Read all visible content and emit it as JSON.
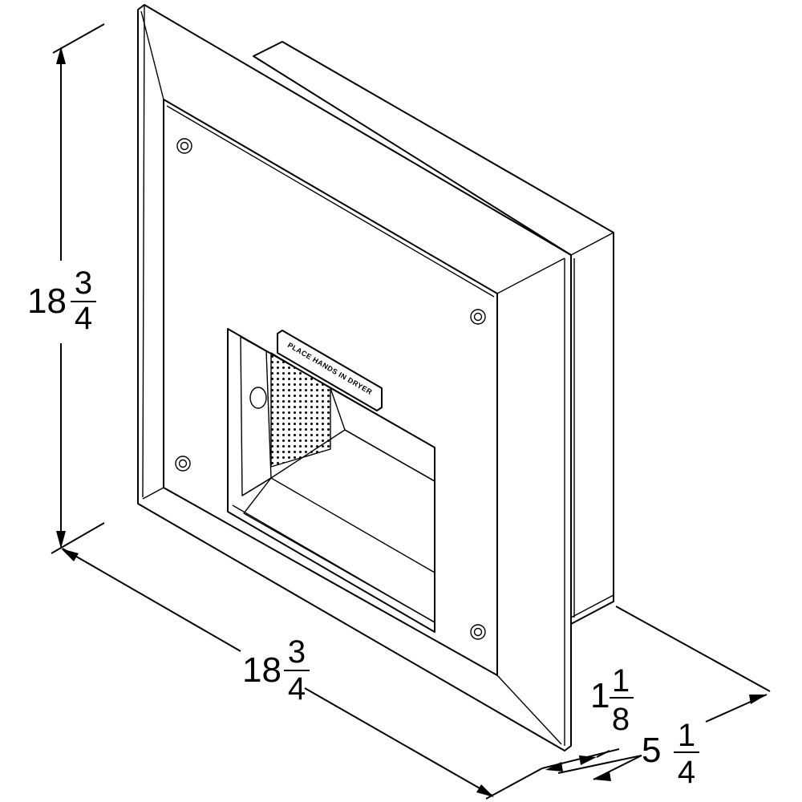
{
  "dimensions": {
    "height": {
      "whole": "18",
      "num": "3",
      "den": "4"
    },
    "width": {
      "whole": "18",
      "num": "3",
      "den": "4"
    },
    "flange": {
      "whole": "1",
      "num": "1",
      "den": "8"
    },
    "depth": {
      "whole": "5",
      "num": "1",
      "den": "4"
    }
  },
  "panel": {
    "label": "PLACE HANDS IN DRYER"
  }
}
